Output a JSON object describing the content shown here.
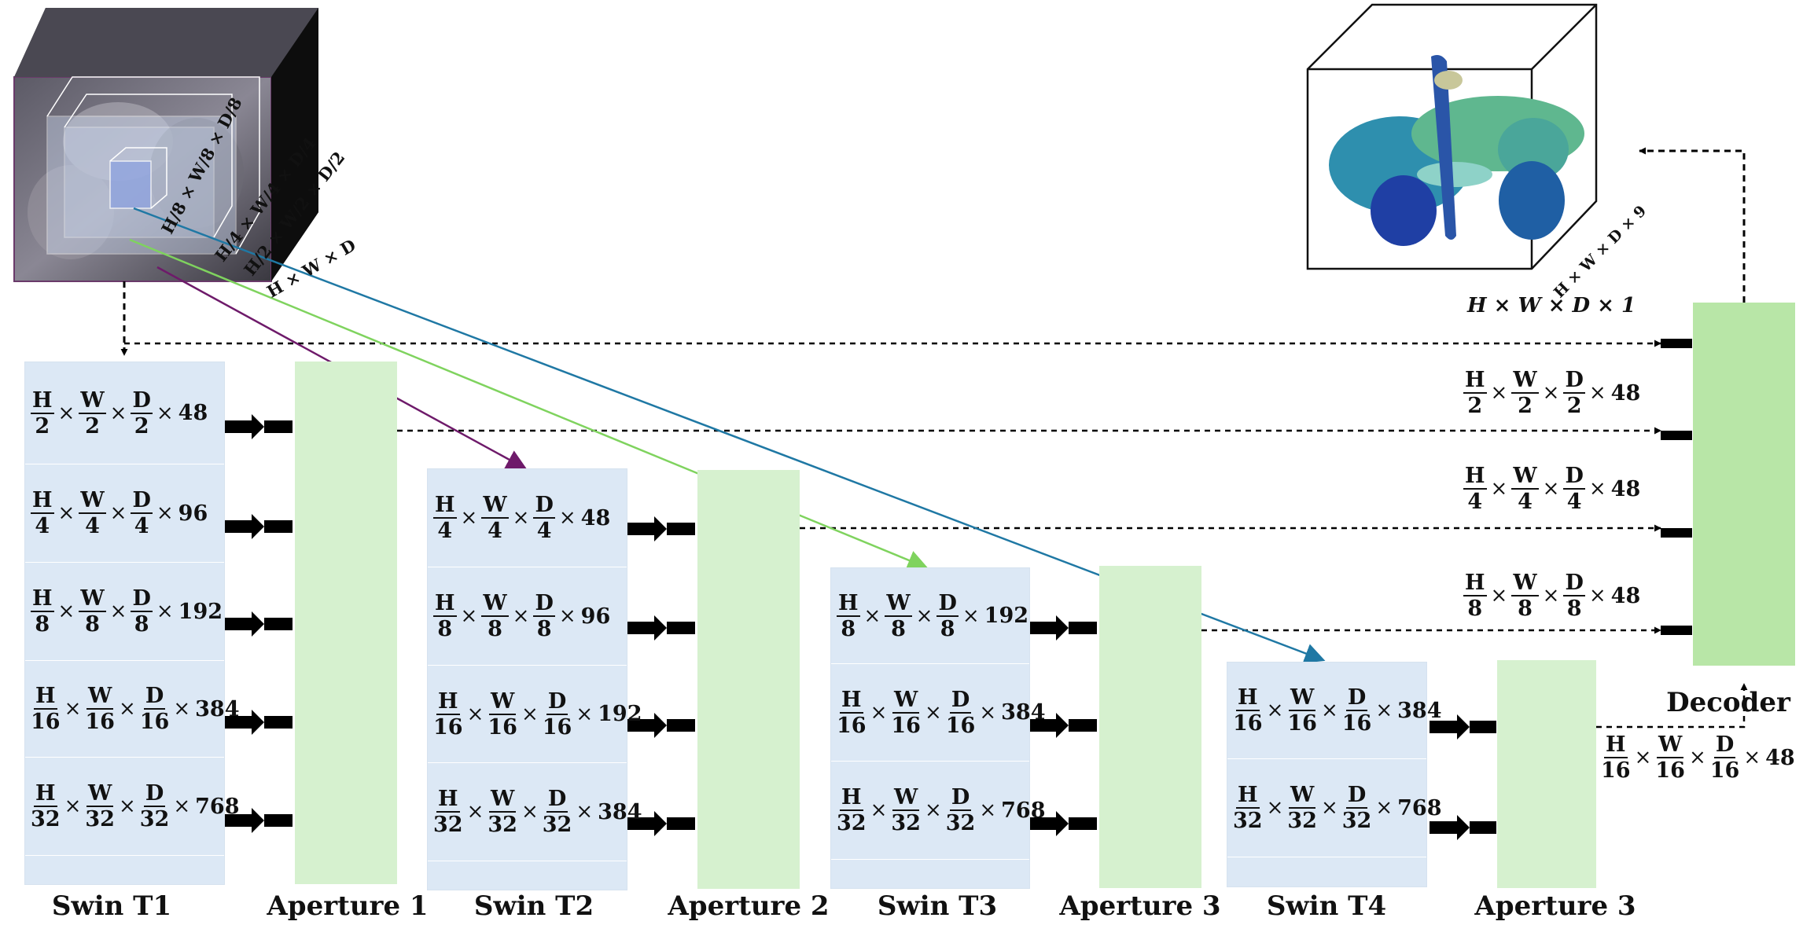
{
  "encoders": [
    {
      "label": "Swin T1",
      "rows": [
        [
          "H/2",
          "W/2",
          "D/2",
          "48"
        ],
        [
          "H/4",
          "W/4",
          "D/4",
          "96"
        ],
        [
          "H/8",
          "W/8",
          "D/8",
          "192"
        ],
        [
          "H/16",
          "W/16",
          "D/16",
          "384"
        ],
        [
          "H/32",
          "W/32",
          "D/32",
          "768"
        ]
      ]
    },
    {
      "label": "Swin T2",
      "rows": [
        [
          "H/4",
          "W/4",
          "D/4",
          "48"
        ],
        [
          "H/8",
          "W/8",
          "D/8",
          "96"
        ],
        [
          "H/16",
          "W/16",
          "D/16",
          "192"
        ],
        [
          "H/32",
          "W/32",
          "D/32",
          "384"
        ]
      ]
    },
    {
      "label": "Swin T3",
      "rows": [
        [
          "H/8",
          "W/8",
          "D/8",
          "192"
        ],
        [
          "H/16",
          "W/16",
          "D/16",
          "384"
        ],
        [
          "H/32",
          "W/32",
          "D/32",
          "768"
        ]
      ]
    },
    {
      "label": "Swin T4",
      "rows": [
        [
          "H/16",
          "W/16",
          "D/16",
          "384"
        ],
        [
          "H/32",
          "W/32",
          "D/32",
          "768"
        ]
      ]
    }
  ],
  "apertures": [
    "Aperture 1",
    "Aperture 2",
    "Aperture 3",
    "Aperture 3"
  ],
  "decoder": {
    "label": "Decoder"
  },
  "skip_labels": [
    [
      "H/2",
      "W/2",
      "D/2",
      "48"
    ],
    [
      "H/4",
      "W/4",
      "D/4",
      "48"
    ],
    [
      "H/8",
      "W/8",
      "D/8",
      "48"
    ]
  ],
  "bottom_label": [
    "H/16",
    "W/16",
    "D/16",
    "48"
  ],
  "input_label": "H × W × D × 1",
  "output_label": "H × W × D × 9",
  "cube_labels": [
    "H × W × D",
    "H/2 × W/2 × D/2",
    "H/4 × W/4 × D/4",
    "H/8 × W/8 × D/8"
  ],
  "colors": {
    "encoder": "#dce8f5",
    "aperture": "#d6f1cf",
    "decoder": "#b8e6a7",
    "purple": "#6e1a6a",
    "green": "#7fd35e",
    "blue": "#1f78a4"
  }
}
